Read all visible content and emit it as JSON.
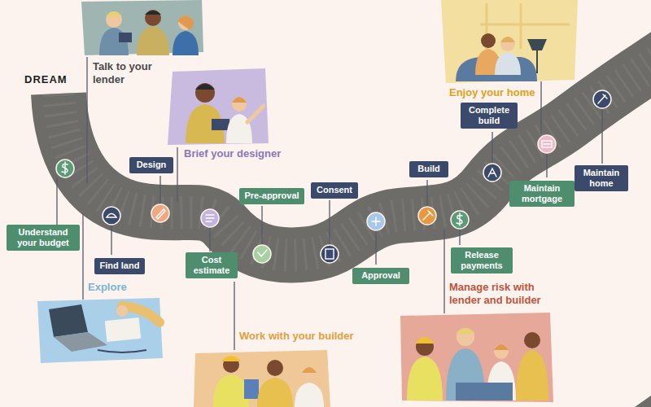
{
  "diagram": {
    "nodes": [
      {
        "text": [
          "Understand your budget"
        ]
      },
      {
        "text": [
          "Find land"
        ]
      },
      {
        "text": [
          "Design"
        ]
      },
      {
        "text": [
          "Cost estimate"
        ]
      },
      {
        "text": [
          "Pre-approval"
        ]
      },
      {
        "text": [
          "Consent"
        ]
      },
      {
        "text": [
          "Approval"
        ]
      },
      {
        "text": [
          "Build"
        ]
      },
      {
        "text": [
          "Release payments"
        ]
      },
      {
        "text": [
          "Complete build"
        ]
      },
      {
        "text": [
          "Maintain mortgage"
        ]
      },
      {
        "text": [
          "Maintain home"
        ]
      }
    ],
    "labels": [
      "DREAM",
      "Talk to your lender",
      "Brief your designer",
      "Enjoy your home",
      "Explore",
      "Work with your builder",
      "Manage risk with lender and builder"
    ]
  }
}
